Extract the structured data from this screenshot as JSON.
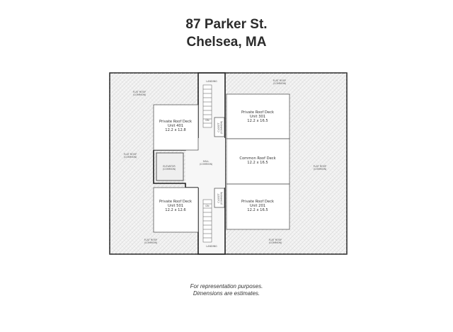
{
  "title": {
    "line1": "87 Parker St.",
    "line2": "Chelsea, MA"
  },
  "footer": {
    "line1": "For representation purposes.",
    "line2": "Dimensions are estimates."
  },
  "plan": {
    "roof_labels": {
      "nw": "FLAT ROOF\n(COMMON)",
      "ne": "FLAT ROOF\n(COMMON)",
      "w": "FLAT ROOF\n(COMMON)",
      "e": "FLAT ROOF\n(COMMON)",
      "sw": "FLAT ROOF\n(COMMON)",
      "se": "FLAT ROOF\n(COMMON)"
    },
    "decks": {
      "unit401": {
        "name": "Private Roof Deck",
        "unit": "Unit 401",
        "dims": "12.2 x 12.8"
      },
      "unit301": {
        "name": "Private Roof Deck",
        "unit": "Unit 301",
        "dims": "12.2 x 16.5"
      },
      "common": {
        "name": "Common Roof Deck",
        "unit": "",
        "dims": "12.2 x 16.5"
      },
      "unit501": {
        "name": "Private Roof Deck",
        "unit": "Unit 501",
        "dims": "12.2 x 12.6"
      },
      "unit201": {
        "name": "Private Roof Deck",
        "unit": "Unit 201",
        "dims": "12.2 x 16.5"
      }
    },
    "small_labels": {
      "landing_top": "LANDING",
      "landing_bottom": "LANDING",
      "elevator": "ELEVATOR\n(COMMON)",
      "hall": "HALL\n(COMMON)",
      "closet_top": "CLOSET\n(COMMON)",
      "closet_bottom": "CLOSET\n(COMMON)",
      "dn_top": "DN",
      "dn_bottom": "DN"
    }
  }
}
